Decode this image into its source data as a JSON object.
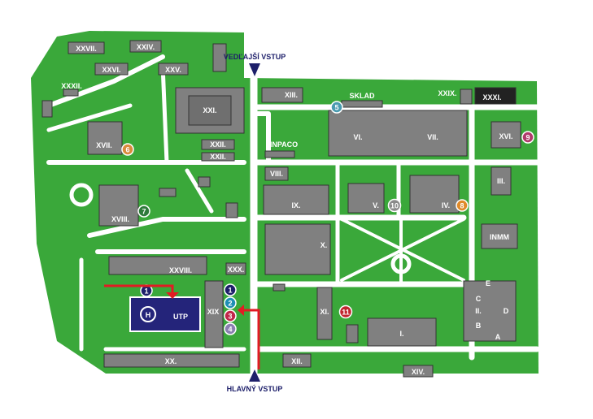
{
  "entrances": {
    "side": "VEDĽAJŠÍ VSTUP",
    "main": "HLAVNÝ VSTUP"
  },
  "utp": {
    "h_symbol": "H",
    "label": "UTP"
  },
  "buildings": {
    "b1": "XXVII.",
    "b2": "XXIV.",
    "b3": "XXVI.",
    "b4": "XXV.",
    "b5": "XXXII.",
    "b6": "XXI.",
    "b7": "XXII.",
    "b8": "XXII.",
    "b9": "XIII.",
    "b10": "SKLAD",
    "b11": "XXIX.",
    "b12": "XXXI.",
    "b13": "VI.",
    "b14": "VII.",
    "b15": "XVI.",
    "b16": "INPACO",
    "b17": "XVII.",
    "b18": "VIII.",
    "b19": "IX.",
    "b20": "V.",
    "b21": "IV.",
    "b22": "III.",
    "b23": "XVIII.",
    "b24": "INMM",
    "b25": "X.",
    "b26": "XXVIII.",
    "b27": "XXX.",
    "b28": "XIX",
    "b29": "XI.",
    "b30": "I.",
    "b31": "E",
    "b32": "C",
    "b33": "II.",
    "b34": "D",
    "b35": "B",
    "b36": "A",
    "b37": "XX.",
    "b38": "XII.",
    "b39": "XIV."
  },
  "markers": [
    {
      "n": "5",
      "color": "#4a9bb0"
    },
    {
      "n": "6",
      "color": "#d98b3c"
    },
    {
      "n": "9",
      "color": "#b03a6b"
    },
    {
      "n": "7",
      "color": "#2e7a3a"
    },
    {
      "n": "10",
      "color": "#8a8a8a"
    },
    {
      "n": "8",
      "color": "#e08a2a"
    },
    {
      "n": "11",
      "color": "#c0262e"
    },
    {
      "n": "1",
      "color": "#1d1f6a"
    },
    {
      "n": "1",
      "color": "#1d1f6a"
    },
    {
      "n": "2",
      "color": "#1f8fb5"
    },
    {
      "n": "3",
      "color": "#c0264a"
    },
    {
      "n": "4",
      "color": "#8a7fb0"
    }
  ],
  "colors": {
    "grass": "#3aa83a",
    "road": "#ffffff",
    "building": "#808080",
    "building_outline": "#333333",
    "utp": "#24247a",
    "arrow_red": "#e21b23",
    "arrow_navy": "#1d1f6a"
  }
}
